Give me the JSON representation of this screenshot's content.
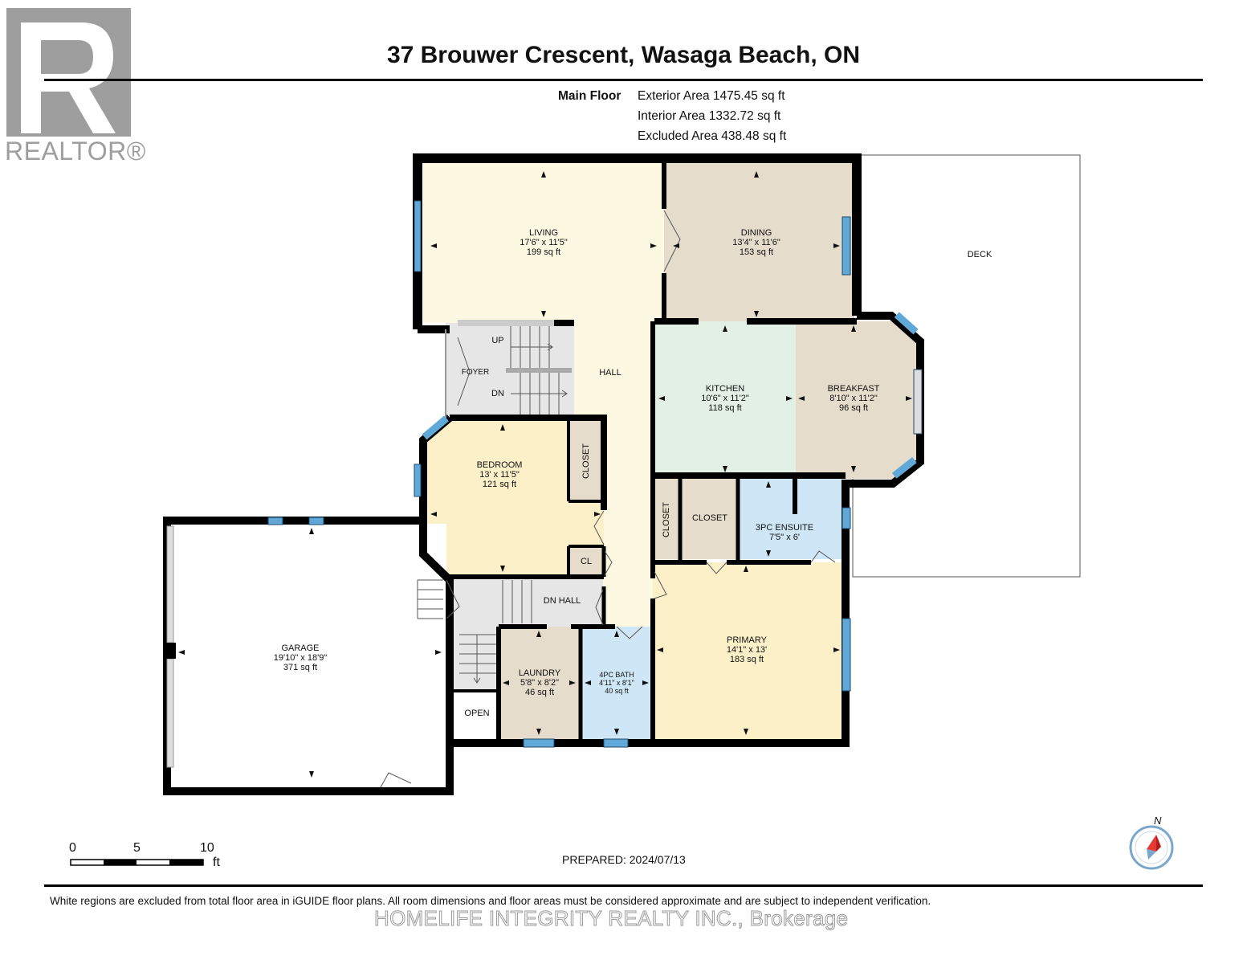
{
  "title": "37 Brouwer Crescent, Wasaga Beach, ON",
  "floor": {
    "label": "Main Floor",
    "exterior_area": "Exterior Area 1475.45 sq ft",
    "interior_area": "Interior Area 1332.72 sq ft",
    "excluded_area": "Excluded Area 438.48 sq ft"
  },
  "logo": {
    "text": "REALTOR®",
    "icon": "realtor-r-logo"
  },
  "rooms": {
    "living": {
      "name": "LIVING",
      "dims": "17'6\" x 11'5\"",
      "area": "199 sq ft"
    },
    "dining": {
      "name": "DINING",
      "dims": "13'4\" x 11'6\"",
      "area": "153 sq ft"
    },
    "deck": {
      "name": "DECK"
    },
    "kitchen": {
      "name": "KITCHEN",
      "dims": "10'6\" x 11'2\"",
      "area": "118 sq ft"
    },
    "breakfast": {
      "name": "BREAKFAST",
      "dims": "8'10\" x 11'2\"",
      "area": "96 sq ft"
    },
    "bedroom": {
      "name": "BEDROOM",
      "dims": "13' x 11'5\"",
      "area": "121 sq ft"
    },
    "garage": {
      "name": "GARAGE",
      "dims": "19'10\" x 18'9\"",
      "area": "371 sq ft"
    },
    "primary": {
      "name": "PRIMARY",
      "dims": "14'1\" x 13'",
      "area": "183 sq ft"
    },
    "ensuite": {
      "name": "3PC ENSUITE",
      "dims": "7'5\" x 6'"
    },
    "laundry": {
      "name": "LAUNDRY",
      "dims": "5'8\" x 8'2\"",
      "area": "46 sq ft"
    },
    "bath": {
      "name": "4PC BATH",
      "dims": "4'11\" x 8'1\"",
      "area": "40 sq ft"
    }
  },
  "labels": {
    "hall": "HALL",
    "foyer": "FOYER",
    "up": "UP",
    "dn": "DN",
    "dn_hall": "DN HALL",
    "closet": "CLOSET",
    "cl": "CL",
    "open": "OPEN"
  },
  "scale": {
    "zero": "0",
    "five": "5",
    "ten": "10",
    "unit": "ft"
  },
  "compass": {
    "north": "N",
    "icon": "compass-icon"
  },
  "prepared": "PREPARED: 2024/07/13",
  "disclaimer": "White regions are excluded from total floor area in iGUIDE floor plans. All room dimensions and floor areas must be considered approximate and are subject to independent verification.",
  "brokerage": "HOMELIFE INTEGRITY REALTY INC., Brokerage",
  "colors": {
    "living": "#fcf8e2",
    "dining": "#e6dccb",
    "kitchen": "#e2f0e5",
    "breakfast": "#e6dccb",
    "bedroom": "#fbf0c8",
    "primary": "#fcf0c8",
    "ensuite": "#cfe6f7",
    "laundry": "#e6dccb",
    "bath": "#cfe6f7",
    "closet": "#e6dccb",
    "stairs": "#e6e6e6",
    "window": "#5fa8d8",
    "wall": "#000000"
  }
}
